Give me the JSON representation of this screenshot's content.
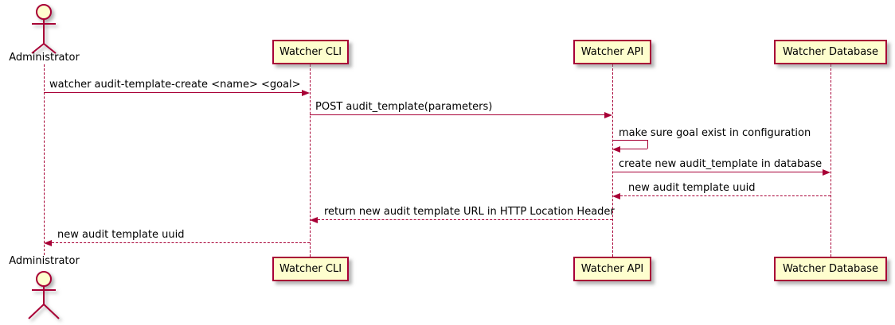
{
  "diagram": {
    "type": "sequence-diagram",
    "style": "plantuml",
    "colors": {
      "participant_fill": "#FEFECE",
      "stroke": "#A80036",
      "text": "#000000",
      "background": "#FFFFFF"
    },
    "actors": [
      {
        "name": "Administrator"
      }
    ],
    "participants": [
      {
        "label": "Watcher CLI"
      },
      {
        "label": "Watcher API"
      },
      {
        "label": "Watcher Database"
      }
    ],
    "messages": [
      {
        "from": "Administrator",
        "to": "Watcher CLI",
        "label": "watcher audit-template-create <name> <goal>",
        "line": "solid",
        "direction": "right"
      },
      {
        "from": "Watcher CLI",
        "to": "Watcher API",
        "label": "POST audit_template(parameters)",
        "line": "solid",
        "direction": "right"
      },
      {
        "from": "Watcher API",
        "to": "Watcher API",
        "label": "make sure goal exist in configuration",
        "line": "solid",
        "direction": "self"
      },
      {
        "from": "Watcher API",
        "to": "Watcher Database",
        "label": "create new audit_template in database",
        "line": "solid",
        "direction": "right"
      },
      {
        "from": "Watcher Database",
        "to": "Watcher API",
        "label": "new audit template uuid",
        "line": "dashed",
        "direction": "left"
      },
      {
        "from": "Watcher API",
        "to": "Watcher CLI",
        "label": "return new audit template URL in HTTP Location Header",
        "line": "dashed",
        "direction": "left"
      },
      {
        "from": "Watcher CLI",
        "to": "Administrator",
        "label": "new audit template uuid",
        "line": "dashed",
        "direction": "left"
      }
    ]
  }
}
